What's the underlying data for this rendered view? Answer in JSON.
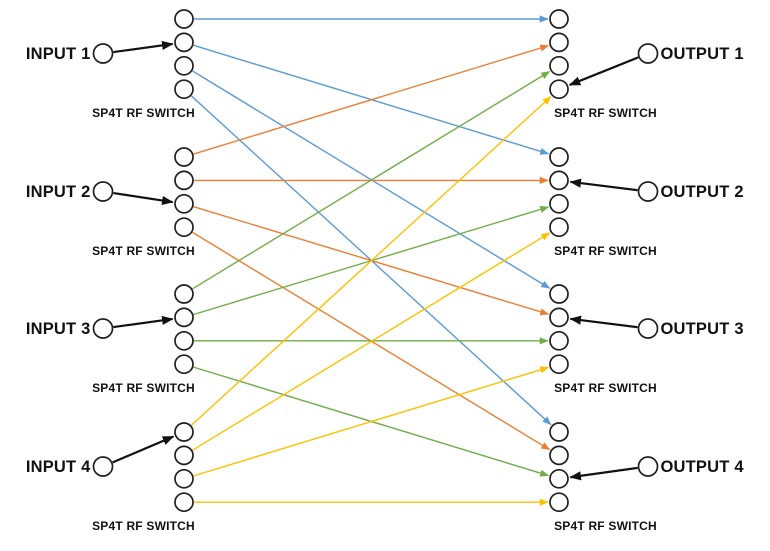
{
  "diagram": {
    "type": "rf-switch-matrix-4x4",
    "switch_label": "SP4T RF SWITCH",
    "colors": {
      "blue": "#5B9BD5",
      "orange": "#ED7D31",
      "green": "#70AD47",
      "yellow": "#FFC000",
      "selector_black": "#111111",
      "circle_stroke": "#1f1f1f",
      "background": "#ffffff"
    },
    "inputs": [
      {
        "label": "INPUT 1",
        "color_key": "blue",
        "selected_port": 2
      },
      {
        "label": "INPUT 2",
        "color_key": "orange",
        "selected_port": 3
      },
      {
        "label": "INPUT 3",
        "color_key": "green",
        "selected_port": 2
      },
      {
        "label": "INPUT 4",
        "color_key": "yellow",
        "selected_port": 1
      }
    ],
    "outputs": [
      {
        "label": "OUTPUT 1",
        "selected_port": 4
      },
      {
        "label": "OUTPUT 2",
        "selected_port": 2
      },
      {
        "label": "OUTPUT 3",
        "selected_port": 2
      },
      {
        "label": "OUTPUT 4",
        "selected_port": 3
      }
    ],
    "connections": [
      {
        "from_switch": 1,
        "from_port": 1,
        "to_switch": 1,
        "to_port": 1,
        "color_key": "blue"
      },
      {
        "from_switch": 1,
        "from_port": 2,
        "to_switch": 2,
        "to_port": 1,
        "color_key": "blue"
      },
      {
        "from_switch": 1,
        "from_port": 3,
        "to_switch": 3,
        "to_port": 1,
        "color_key": "blue"
      },
      {
        "from_switch": 1,
        "from_port": 4,
        "to_switch": 4,
        "to_port": 1,
        "color_key": "blue"
      },
      {
        "from_switch": 2,
        "from_port": 1,
        "to_switch": 1,
        "to_port": 2,
        "color_key": "orange"
      },
      {
        "from_switch": 2,
        "from_port": 2,
        "to_switch": 2,
        "to_port": 2,
        "color_key": "orange"
      },
      {
        "from_switch": 2,
        "from_port": 3,
        "to_switch": 3,
        "to_port": 2,
        "color_key": "orange"
      },
      {
        "from_switch": 2,
        "from_port": 4,
        "to_switch": 4,
        "to_port": 2,
        "color_key": "orange"
      },
      {
        "from_switch": 3,
        "from_port": 1,
        "to_switch": 1,
        "to_port": 3,
        "color_key": "green"
      },
      {
        "from_switch": 3,
        "from_port": 2,
        "to_switch": 2,
        "to_port": 3,
        "color_key": "green"
      },
      {
        "from_switch": 3,
        "from_port": 3,
        "to_switch": 3,
        "to_port": 3,
        "color_key": "green"
      },
      {
        "from_switch": 3,
        "from_port": 4,
        "to_switch": 4,
        "to_port": 3,
        "color_key": "green"
      },
      {
        "from_switch": 4,
        "from_port": 1,
        "to_switch": 1,
        "to_port": 4,
        "color_key": "yellow"
      },
      {
        "from_switch": 4,
        "from_port": 2,
        "to_switch": 2,
        "to_port": 4,
        "color_key": "yellow"
      },
      {
        "from_switch": 4,
        "from_port": 3,
        "to_switch": 3,
        "to_port": 4,
        "color_key": "yellow"
      },
      {
        "from_switch": 4,
        "from_port": 4,
        "to_switch": 4,
        "to_port": 4,
        "color_key": "yellow"
      }
    ]
  }
}
